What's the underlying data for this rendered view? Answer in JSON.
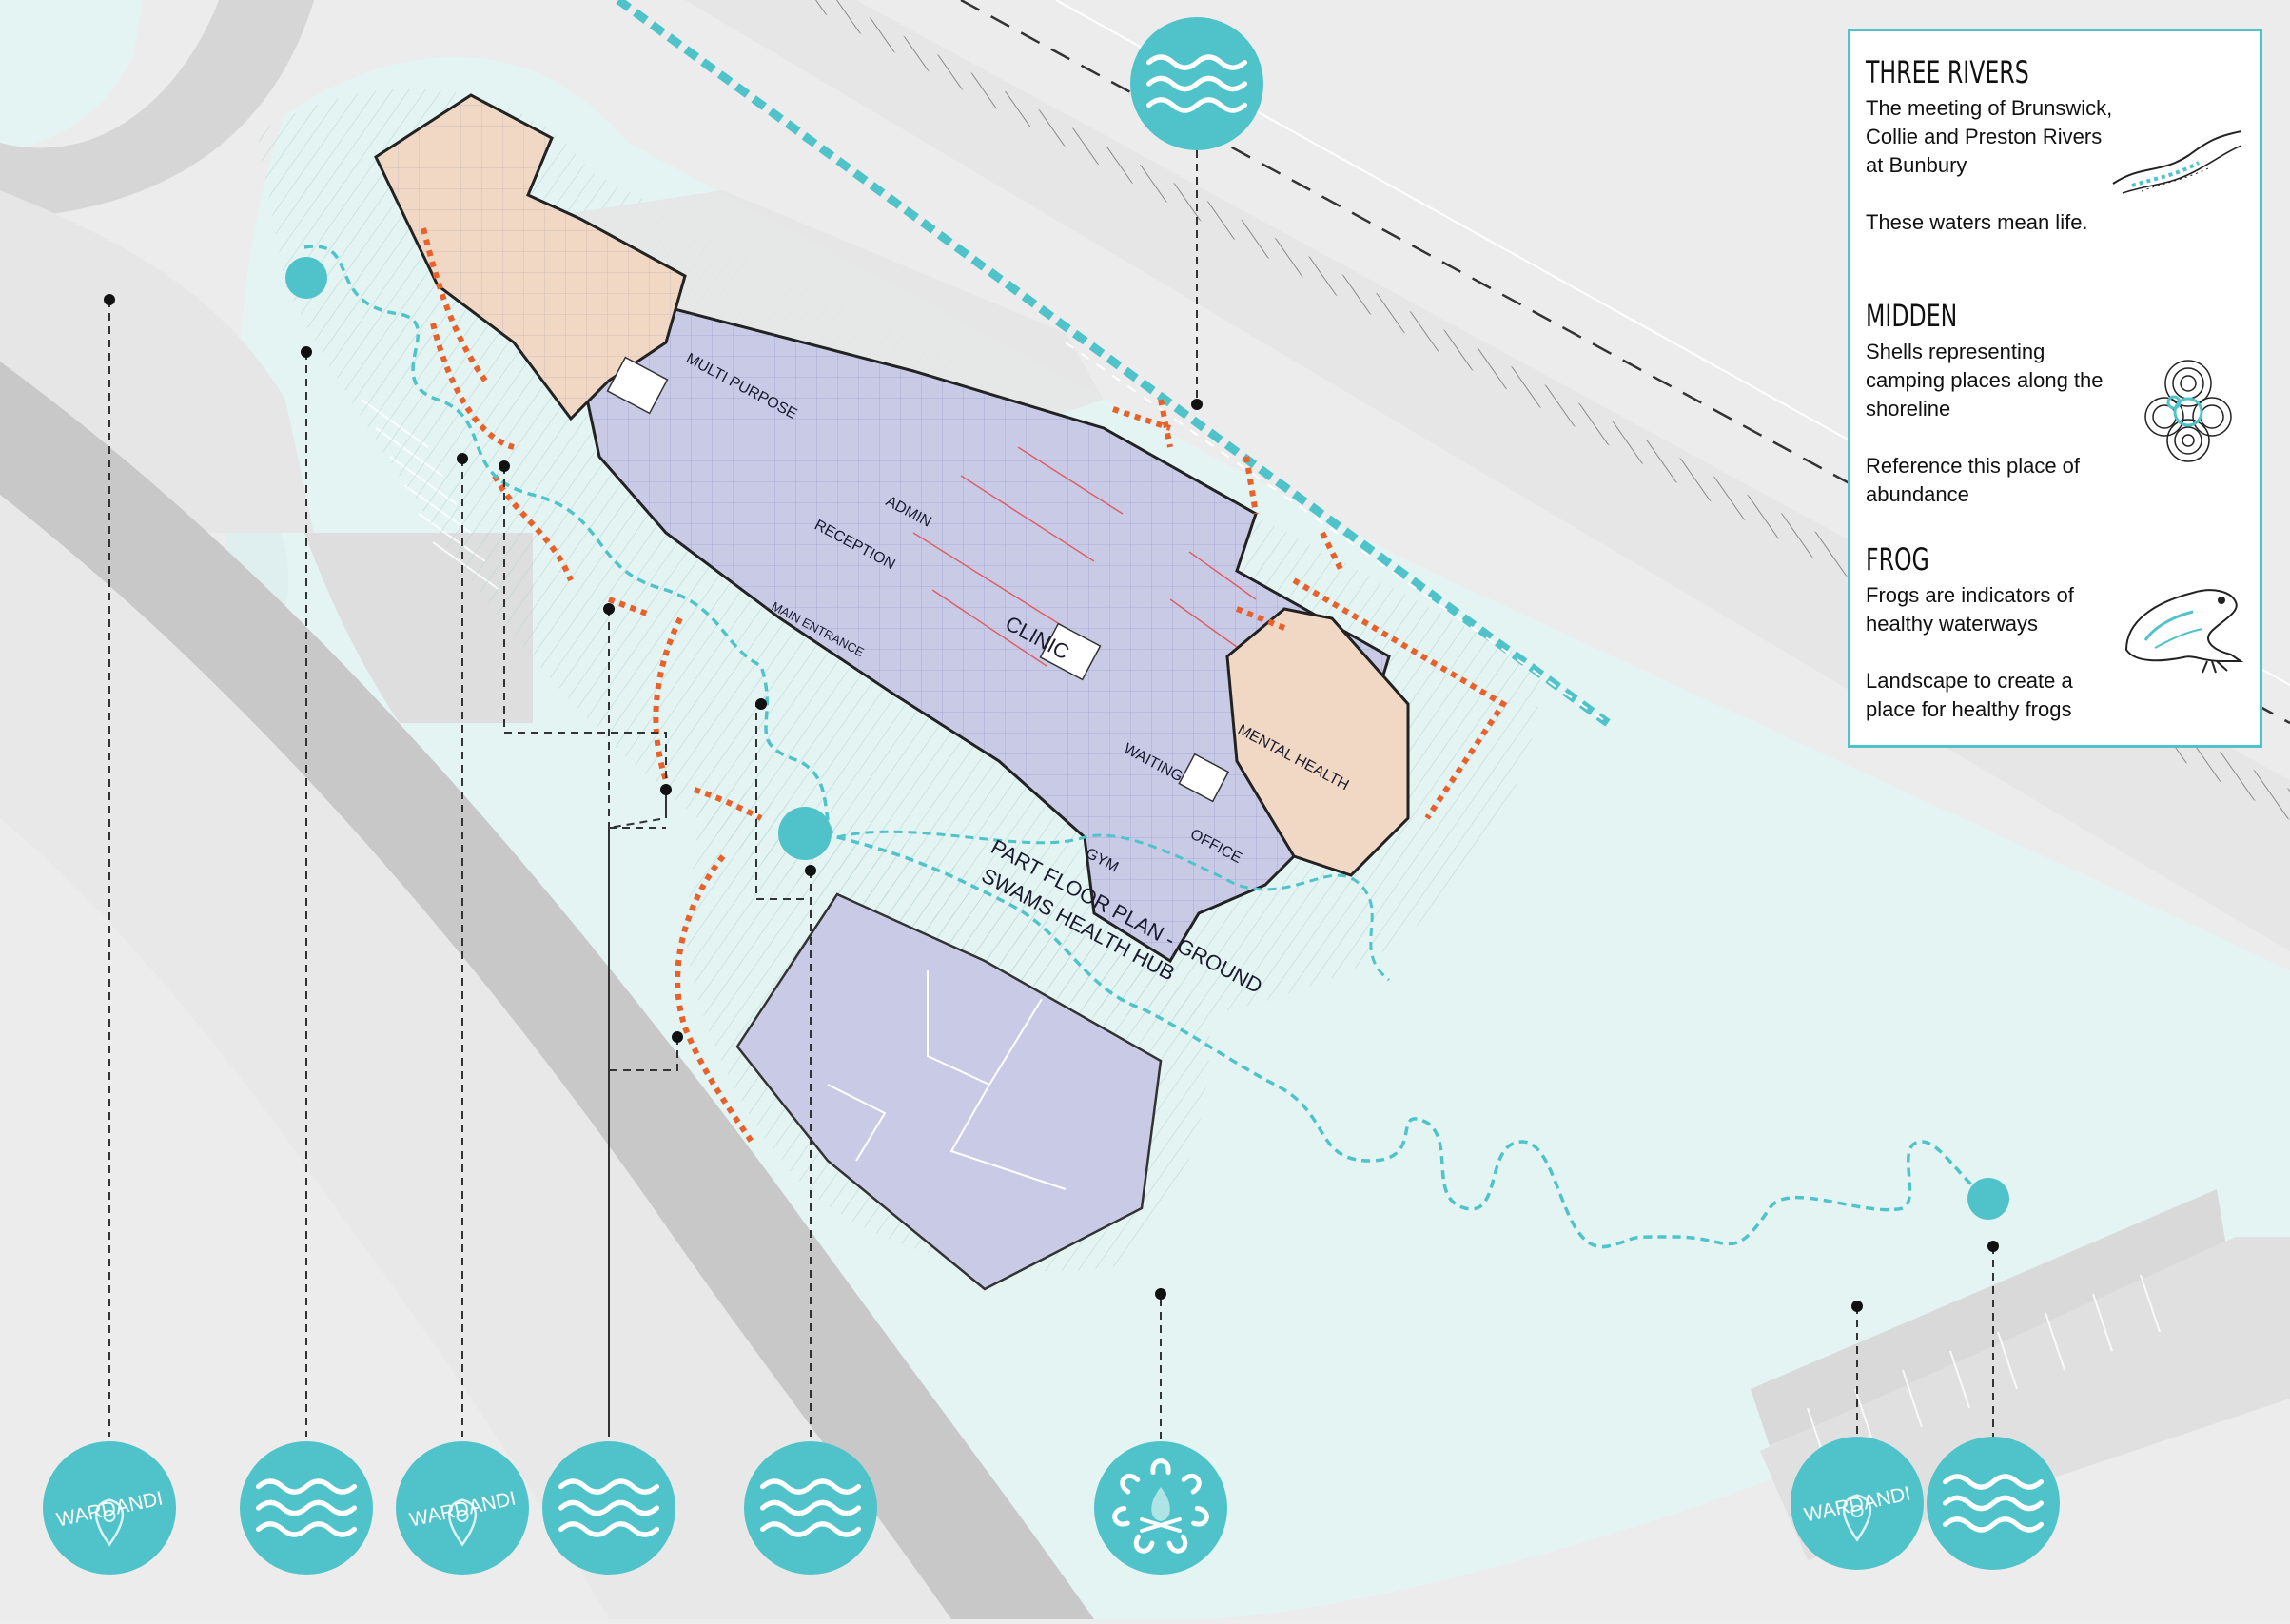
{
  "plan": {
    "title": "PART FLOOR PLAN - GROUND",
    "subtitle": "SWAMS HEALTH HUB",
    "room_labels": [
      "RECEPTION",
      "CLINIC",
      "MENTAL HEALTH",
      "MULTI PURPOSE",
      "MAIN ENTRANCE",
      "GYM",
      "ADMIN",
      "WAITING",
      "OFFICE"
    ]
  },
  "icons": {
    "wardandi_label": "WARDANDI",
    "items": [
      {
        "type": "wardandi"
      },
      {
        "type": "water"
      },
      {
        "type": "wardandi"
      },
      {
        "type": "water"
      },
      {
        "type": "water"
      },
      {
        "type": "midden"
      },
      {
        "type": "wardandi"
      },
      {
        "type": "water"
      }
    ],
    "top": {
      "type": "water"
    }
  },
  "legend": {
    "sections": [
      {
        "title": "THREE RIVERS",
        "lines": [
          "The meeting of Brunswick,",
          "Collie and Preston Rivers",
          "at Bunbury",
          "",
          "These waters mean life."
        ],
        "image": "river-sketch"
      },
      {
        "title": "MIDDEN",
        "lines": [
          "Shells representing",
          "camping places along the",
          "shoreline",
          "",
          "Reference this place of",
          "abundance"
        ],
        "image": "midden-sketch"
      },
      {
        "title": "FROG",
        "lines": [
          "Frogs are indicators of",
          "healthy waterways",
          "",
          "Landscape to create a",
          "place for healthy frogs"
        ],
        "image": "frog-sketch"
      }
    ]
  },
  "colors": {
    "teal": "#4fc3c9",
    "landscape": "#e4f4f3",
    "building_blue": "#c9cbe6",
    "building_peach": "#f1d8c4",
    "orange": "#e8602a",
    "road": "#cfcfcf",
    "paving": "#e3e3e3"
  }
}
